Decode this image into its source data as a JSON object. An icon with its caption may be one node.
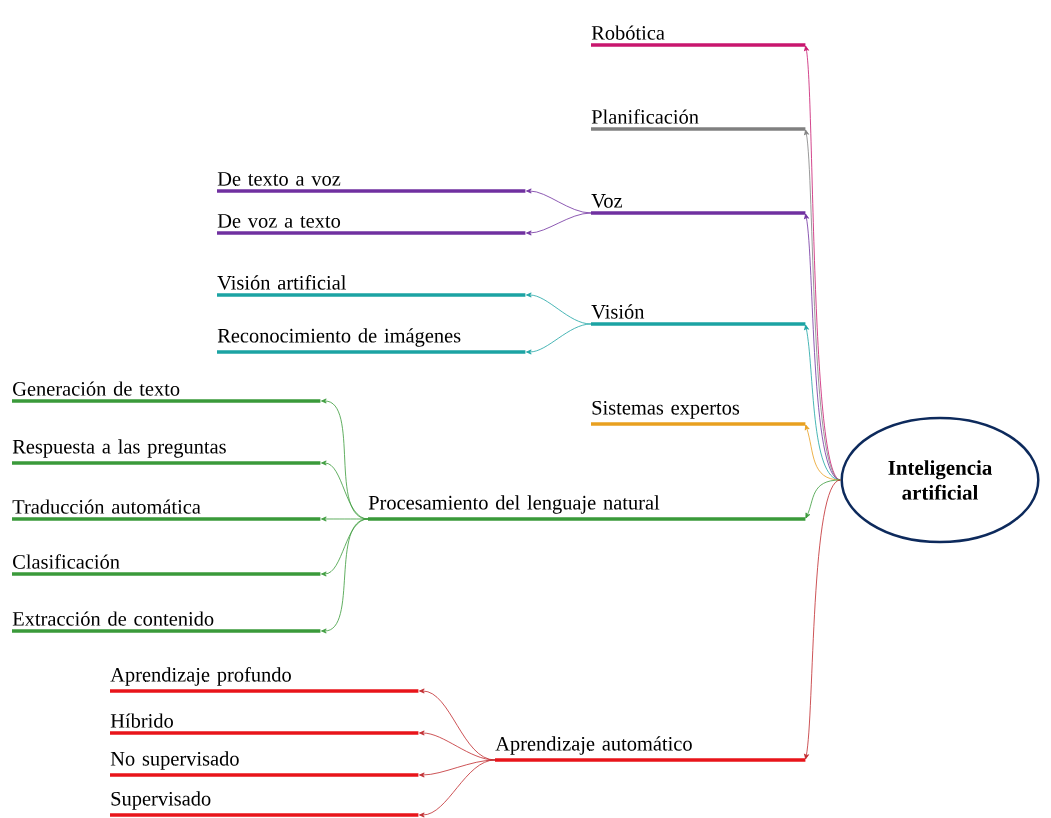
{
  "diagram": {
    "nodes": [
      {
        "text": [
          "Inteligencia artificial"
        ]
      },
      {
        "text": [
          "Robótica"
        ]
      },
      {
        "text": [
          "Planificación"
        ]
      },
      {
        "text": [
          "De texto a voz"
        ]
      },
      {
        "text": [
          "Voz"
        ]
      },
      {
        "text": [
          "De voz a texto"
        ]
      },
      {
        "text": [
          "Visión artificial"
        ]
      },
      {
        "text": [
          "Visión"
        ]
      },
      {
        "text": [
          "Reconocimiento de imágenes"
        ]
      },
      {
        "text": [
          "Generación de texto"
        ]
      },
      {
        "text": [
          "Sistemas expertos"
        ]
      },
      {
        "text": [
          "Respuesta a las preguntas"
        ]
      },
      {
        "text": [
          "Traducción automática"
        ]
      },
      {
        "text": [
          "Procesamiento del lenguaje natural"
        ]
      },
      {
        "text": [
          "Clasificación"
        ]
      },
      {
        "text": [
          "Extracción de contenido"
        ]
      },
      {
        "text": [
          "Aprendizaje profundo"
        ]
      },
      {
        "text": [
          "Híbrido"
        ]
      },
      {
        "text": [
          "No supervisado"
        ]
      },
      {
        "text": [
          "Aprendizaje automático"
        ]
      },
      {
        "text": [
          "Supervisado"
        ]
      }
    ],
    "edges": [
      {
        "from": 0,
        "to": 1,
        "arrow": "to",
        "color": "#c8166e"
      },
      {
        "from": 0,
        "to": 2,
        "arrow": "to",
        "color": "#808080"
      },
      {
        "from": 0,
        "to": 4,
        "arrow": "to",
        "color": "#7030a0"
      },
      {
        "from": 0,
        "to": 7,
        "arrow": "to",
        "color": "#1ba3a3"
      },
      {
        "from": 0,
        "to": 10,
        "arrow": "to",
        "color": "#e8a020"
      },
      {
        "from": 0,
        "to": 13,
        "arrow": "to"
      },
      {
        "from": 0,
        "to": 19,
        "arrow": "to",
        "color": "#c0282c"
      },
      {
        "from": 4,
        "to": 3,
        "arrow": "to",
        "color": "#7030a0"
      },
      {
        "from": 4,
        "to": 5,
        "arrow": "to",
        "color": "#7030a0"
      },
      {
        "from": 7,
        "to": 6,
        "arrow": "to",
        "color": "#1ba3a3"
      },
      {
        "from": 7,
        "to": 8,
        "arrow": "to",
        "color": "#1ba3a3"
      },
      {
        "from": 13,
        "to": 9,
        "arrow": "to"
      },
      {
        "from": 13,
        "to": 11,
        "arrow": "to"
      },
      {
        "from": 13,
        "to": 12,
        "arrow": "to"
      },
      {
        "from": 13,
        "to": 14,
        "arrow": "to"
      },
      {
        "from": 13,
        "to": 15,
        "arrow": "to"
      },
      {
        "from": 19,
        "to": 16,
        "arrow": "to",
        "color": "#c0282c"
      },
      {
        "from": 19,
        "to": 17,
        "arrow": "to",
        "color": "#c0282c"
      },
      {
        "from": 19,
        "to": 18,
        "arrow": "to",
        "color": "#c0282c"
      },
      {
        "from": 19,
        "to": 20,
        "arrow": "to",
        "color": "#c0282c"
      }
    ]
  }
}
